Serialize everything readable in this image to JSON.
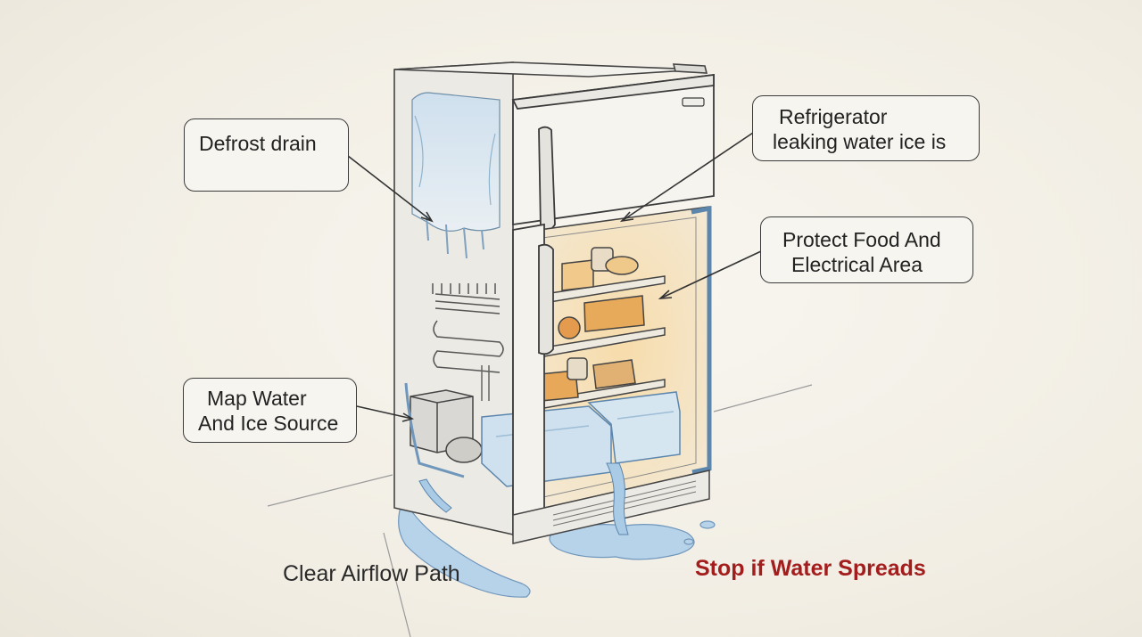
{
  "callouts": {
    "defrost_drain": [
      "Defrost drain"
    ],
    "refrigerator_leaking": [
      "Refrigerator",
      "leaking water ice is"
    ],
    "protect_food": [
      "Protect Food And",
      "Electrical Area"
    ],
    "map_water": [
      "Map Water",
      "And Ice Source"
    ]
  },
  "labels": {
    "clear_airflow": "Clear Airflow Path",
    "stop_spreads": "Stop if Water Spreads"
  },
  "colors": {
    "warning_red": "#a31d1d",
    "water_blue": "#9fc3e0",
    "interior_glow": "#f5d9a8",
    "ink": "#3b3b3b"
  }
}
